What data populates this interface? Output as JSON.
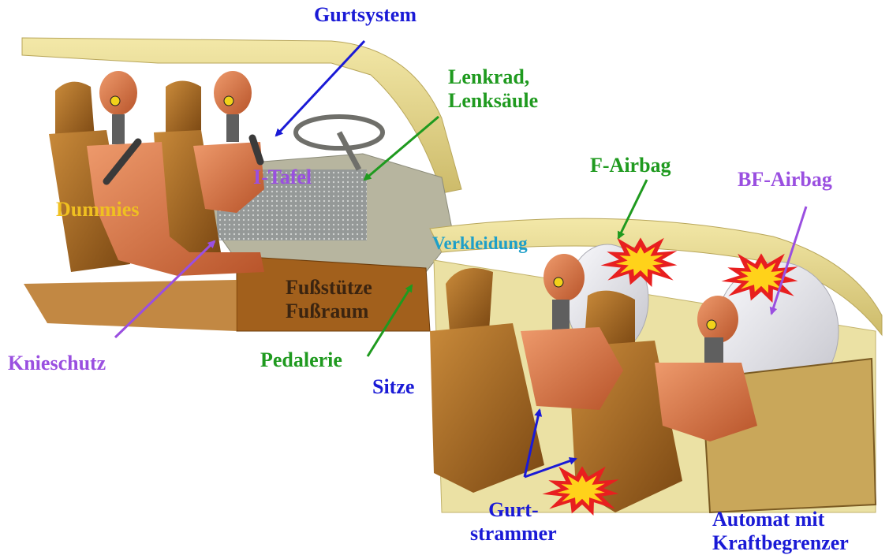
{
  "labels": {
    "gurtsystem": "Gurtsystem",
    "lenkrad": "Lenkrad,\nLenksäule",
    "i_tafel": "I-Tafel",
    "dummies": "Dummies",
    "fussstuetze": "Fußstütze\nFußraum",
    "knieschutz": "Knieschutz",
    "pedalerie": "Pedalerie",
    "sitze": "Sitze",
    "verkleidung": "Verkleidung",
    "f_airbag": "F-Airbag",
    "bf_airbag": "BF-Airbag",
    "gurtstrammer": "Gurt-\nstrammer",
    "automat": "Automat mit\nKraftbegrenzer"
  },
  "colors": {
    "blue": "#1a1ad6",
    "green": "#1f9a1f",
    "purple": "#9a4fe0",
    "gold": "#f0c020",
    "cyan": "#1e9fc8",
    "car_body": "#eadc93",
    "dummy": "#d9703f",
    "seat": "#a8661e",
    "airbag": "#e6e6ea",
    "burst_outer": "#e81f1f",
    "burst_inner": "#ffd21a"
  }
}
